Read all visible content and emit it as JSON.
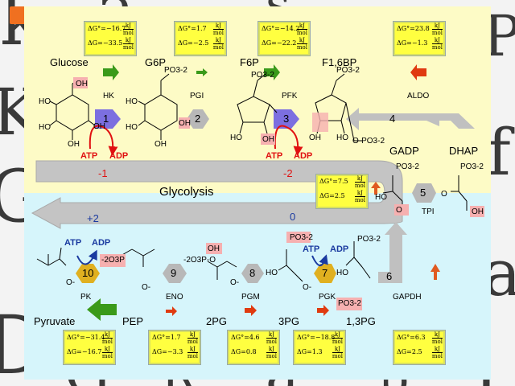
{
  "background_letters": [
    "k",
    "a",
    "s",
    "P",
    "K",
    "G",
    "f",
    "a",
    "l",
    "D",
    "G",
    "R",
    "a",
    "b",
    "P",
    "s",
    "k",
    "e",
    "a",
    "l"
  ],
  "title": "Glycolysis",
  "metabolites": {
    "glucose": "Glucose",
    "g6p": "G6P",
    "f6p": "F6P",
    "f16bp": "F1,6BP",
    "gadp": "GADP",
    "dhap": "DHAP",
    "pyruvate": "Pyruvate",
    "pep": "PEP",
    "p2g": "2PG",
    "p3g": "3PG",
    "bpg": "1,3PG"
  },
  "enzymes": {
    "hk": "HK",
    "pgi": "PGI",
    "pfk": "PFK",
    "aldo": "ALDO",
    "tpi": "TPI",
    "gapdh": "GAPDH",
    "pgk": "PGK",
    "pgm": "PGM",
    "eno": "ENO",
    "pk": "PK"
  },
  "steps": [
    "1",
    "2",
    "3",
    "4",
    "5",
    "6",
    "7",
    "8",
    "9",
    "10"
  ],
  "cofactors": {
    "atp": "ATP",
    "adp": "ADP"
  },
  "atp_balance": {
    "first": "-1",
    "second": "-2",
    "third": "+2",
    "fourth": "0"
  },
  "energy_units": {
    "num": "kJ",
    "den": "mol"
  },
  "energies": {
    "hk": {
      "dg0": "ΔG°=−16.7",
      "dg": "ΔG=−33.5"
    },
    "pgi": {
      "dg0": "ΔG°=1.7",
      "dg": "ΔG=−2.5"
    },
    "pfk": {
      "dg0": "ΔG°=−14.2",
      "dg": "ΔG=−22.2"
    },
    "aldo": {
      "dg0": "ΔG°=23.8",
      "dg": "ΔG=−1.3"
    },
    "tpi": {
      "dg0": "ΔG°=7.5",
      "dg": "ΔG=2.5"
    },
    "pk": {
      "dg0": "ΔG°=−31.4",
      "dg": "ΔG=−16.7"
    },
    "eno": {
      "dg0": "ΔG°=1.7",
      "dg": "ΔG=−3.3"
    },
    "pgm": {
      "dg0": "ΔG°=4.6",
      "dg": "ΔG=0.8"
    },
    "pgk": {
      "dg0": "ΔG°=−18.8",
      "dg": "ΔG=1.3"
    },
    "gapdh": {
      "dg0": "ΔG°=6.3",
      "dg": "ΔG=2.5"
    }
  },
  "struct_text": {
    "oh": "OH",
    "ho": "HO",
    "po3": "PO3-2",
    "o": "O",
    "ominus": "O-",
    "opo3": "O-PO3-2",
    "o2po3": "-2O3P",
    "o3p": "-2O3P-O"
  },
  "colors": {
    "band_top": "#fdfbc6",
    "band_bottom": "#d6f5fb",
    "step_purple": "#7c6fe0",
    "step_grey": "#b8b8b8",
    "step_gold": "#e0b020",
    "arrow_green": "#3a9a1a",
    "arrow_red": "#e03a10",
    "arrow_orange": "#e05a20",
    "highlight_pink": "#f6b0b0"
  }
}
